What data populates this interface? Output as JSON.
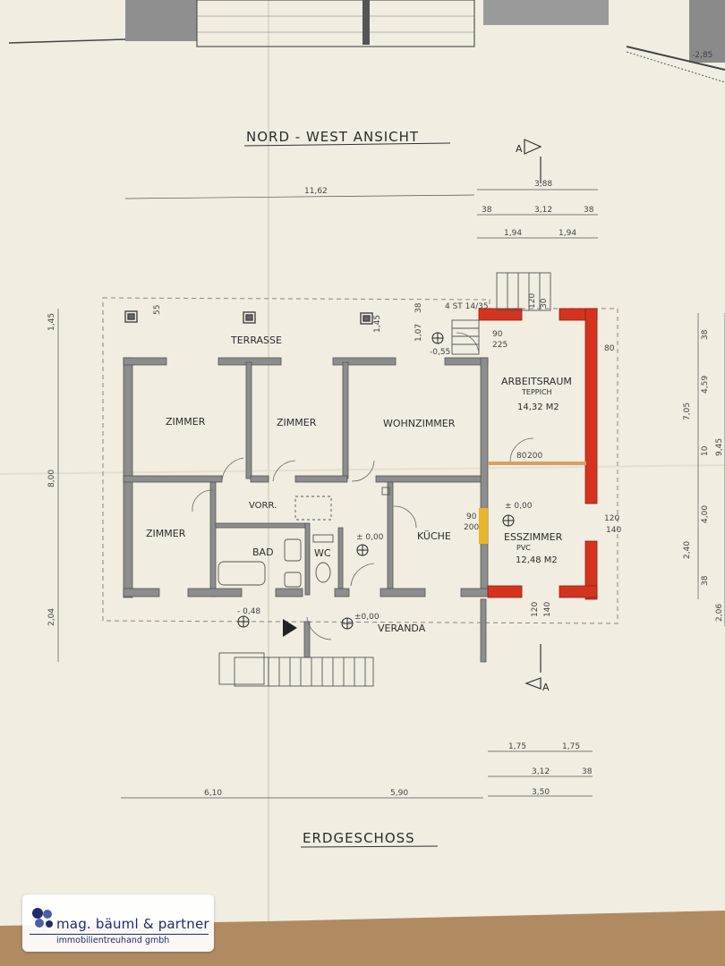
{
  "headings": {
    "elevation": "NORD - WEST ANSICHT",
    "floor": "ERDGESCHOSS"
  },
  "rooms": {
    "terrasse": "TERRASSE",
    "zimmer_1": "ZIMMER",
    "zimmer_2": "ZIMMER",
    "zimmer_3": "ZIMMER",
    "wohnzimmer": "WOHNZIMMER",
    "arbeitsraum": "ARBEITSRAUM",
    "arbeitsraum_floor": "TEPPICH",
    "arbeitsraum_area": "14,32 M2",
    "vorraum": "VORR.",
    "bad": "BAD",
    "wc": "WC",
    "kueche": "KÜCHE",
    "esszimmer": "ESSZIMMER",
    "esszimmer_floor": "PVC",
    "esszimmer_area": "12,48 M2",
    "veranda": "VERANDA"
  },
  "levels": {
    "terrasse_level": "-0,55",
    "kueche_level": "± 0,00",
    "esszimmer_level": "± 0,00",
    "entry_level": "- 0,48",
    "veranda_level": "±0,00",
    "elevation_level": "-2,85"
  },
  "stair_note": "4 ST 14/35",
  "section_marker": "A",
  "dimensions": {
    "top_total": "11,62",
    "top_right_total": "3,88",
    "top_right_a": "38",
    "top_right_b": "3,12",
    "top_right_c": "38",
    "top_right_d": "1,94",
    "top_right_e": "1,94",
    "left_top": "1,45",
    "left_mid": "8,00",
    "left_bottom": "2,04",
    "terrace_a": "55",
    "terrace_b": "1,45",
    "terrace_c": "1,07",
    "terrace_d": "38",
    "stair_opening": "120",
    "stair_opening_b": "30",
    "door_a": "90",
    "door_b": "225",
    "right_80": "80",
    "arbeits_door_a": "80",
    "arbeits_door_b": "200",
    "kitchen_door_a": "90",
    "kitchen_door_b": "200",
    "window_a": "120",
    "window_b": "140",
    "window_c": "120",
    "window_d": "140",
    "right_side_a": "38",
    "right_side_b": "4,59",
    "right_side_c": "7,05",
    "right_side_d": "10",
    "right_side_e": "9,45",
    "right_side_f": "4,00",
    "right_side_g": "2,40",
    "right_side_h": "38",
    "right_side_i": "2,06",
    "bottom_a": "1,75",
    "bottom_b": "1,75",
    "bottom_c": "3,12",
    "bottom_d": "38",
    "bottom_e": "3,50",
    "bottom_left": "6,10",
    "bottom_mid": "5,90"
  },
  "logo": {
    "company": "mag. bäuml & partner",
    "subtitle": "immobilientreuhand gmbh"
  },
  "colors": {
    "paper": "#f1ede0",
    "wall": "#8d8d8d",
    "wall_new": "#d4341f",
    "wall_yellow": "#e8b52c",
    "brand": "#1f2d6b",
    "floor": "#b89670"
  }
}
